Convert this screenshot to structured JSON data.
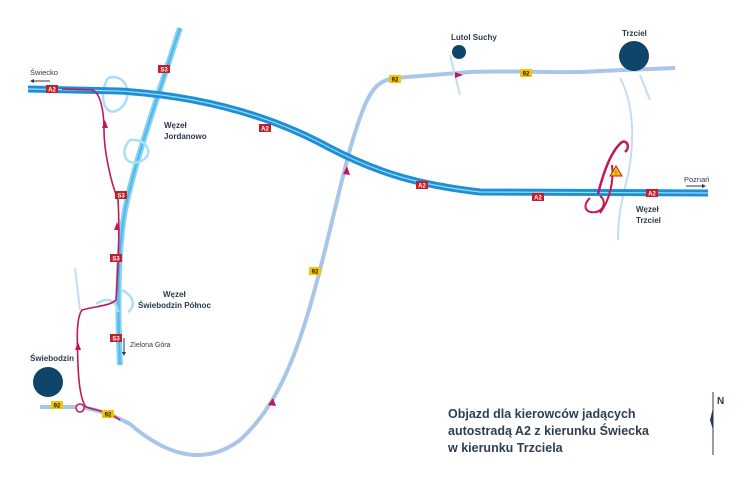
{
  "colors": {
    "motorway": "#1d8fd6",
    "motorway_light": "#86d2f2",
    "local_road": "#a9c6ea",
    "detour": "#c2185b",
    "road_red_badge": "#c0202a",
    "road_yellow_badge": "#f2c500",
    "town": "#0f4568",
    "text": "#2b3a4a"
  },
  "roads": {
    "a2": "A2",
    "s3": "S3",
    "r92": "92"
  },
  "places": {
    "swiecko": "Świecko",
    "poznan": "Poznań",
    "lutol": "Lutol Suchy",
    "trzciel": "Trzciel",
    "swiebodzin": "Świebodzin",
    "zielona": "Zielona Góra"
  },
  "junctions": {
    "jordanowo_line1": "Węzeł",
    "jordanowo_line2": "Jordanowo",
    "swiebodzin_line1": "Węzeł",
    "swiebodzin_line2": "Świebodzin Północ",
    "trzciel_line1": "Węzeł",
    "trzciel_line2": "Trzciel"
  },
  "title": {
    "line1": "Objazd dla kierowców jadących",
    "line2": "autostradą A2 z kierunku Świecka",
    "line3": "w kierunku Trzciela"
  },
  "north": "N",
  "warning_icon": "roadworks-warning-icon"
}
